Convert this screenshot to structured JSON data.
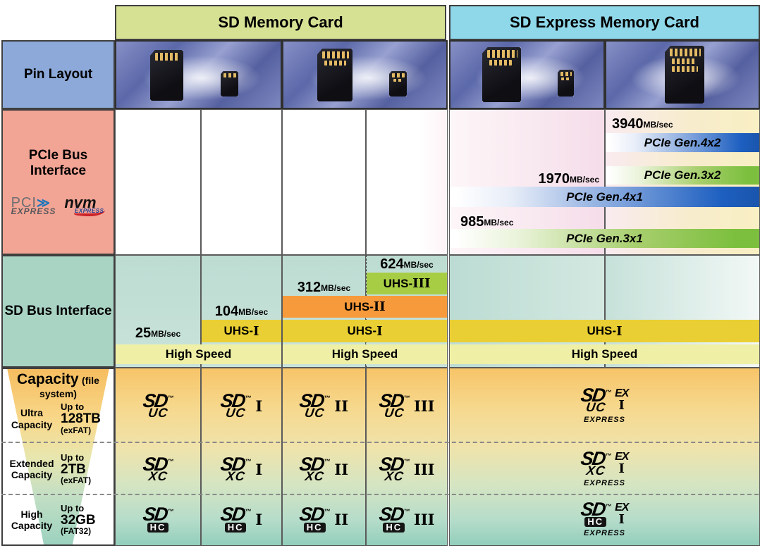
{
  "header": {
    "sd_card": "SD Memory Card",
    "sd_express_card": "SD Express Memory Card"
  },
  "pin_layout": {
    "label": "Pin Layout"
  },
  "pcie": {
    "label": "PCIe Bus Interface",
    "pci_logo": {
      "pci": "PCI",
      "arrow": "≫",
      "express": "EXPRESS"
    },
    "nvm_logo": {
      "nvm": "nvm",
      "express": "EXPRESS"
    },
    "speed_3940": {
      "value": "3940",
      "unit": "MB/sec"
    },
    "speed_1970": {
      "value": "1970",
      "unit": "MB/sec"
    },
    "speed_985": {
      "value": "985",
      "unit": "MB/sec"
    },
    "bar_gen4x2": "PCIe Gen.4x2",
    "bar_gen3x2": "PCIe Gen.3x2",
    "bar_gen4x1": "PCIe Gen.4x1",
    "bar_gen3x1": "PCIe Gen.3x1"
  },
  "sd_bus": {
    "label": "SD Bus Interface",
    "speed_25": {
      "value": "25",
      "unit": "MB/sec"
    },
    "speed_104": {
      "value": "104",
      "unit": "MB/sec"
    },
    "speed_312": {
      "value": "312",
      "unit": "MB/sec"
    },
    "speed_624": {
      "value": "624",
      "unit": "MB/sec"
    },
    "uhs_prefix": "UHS-",
    "high_speed": "High Speed"
  },
  "numerals": {
    "one": "I",
    "two": "II",
    "three": "III"
  },
  "capacity": {
    "label": "Capacity",
    "label_suffix": "(file system)",
    "tiers": {
      "ultra": {
        "name": "Ultra Capacity",
        "upto": "Up to",
        "size": "128TB",
        "fs": "(exFAT)"
      },
      "extended": {
        "name": "Extended Capacity",
        "upto": "Up to",
        "size": "2TB",
        "fs": "(exFAT)"
      },
      "high": {
        "name": "High Capacity",
        "upto": "Up to",
        "size": "32GB",
        "fs": "(FAT32)"
      }
    }
  },
  "logo_parts": {
    "sd": "SD",
    "tm": "™",
    "uc": "UC",
    "xc": "XC",
    "hc": "HC",
    "ex": "EX",
    "express": "EXPRESS"
  },
  "colors": {
    "header_sd": "#d7e194",
    "header_express": "#8fd8ea",
    "label_pin": "#8ca9d9",
    "label_pcie": "#f2a495",
    "label_sdbus": "#a9d3c3",
    "uhs1_bar": "#e9cf33",
    "uhs2_bar": "#f79a3b",
    "uhs3_bar": "#a7cd44",
    "high_speed_bar": "#eff0a6",
    "pcie_blue": "#1d5fc0",
    "pcie_green": "#7cbf3e",
    "capacity_top": "#f7c468",
    "capacity_bottom": "#93cebc"
  }
}
